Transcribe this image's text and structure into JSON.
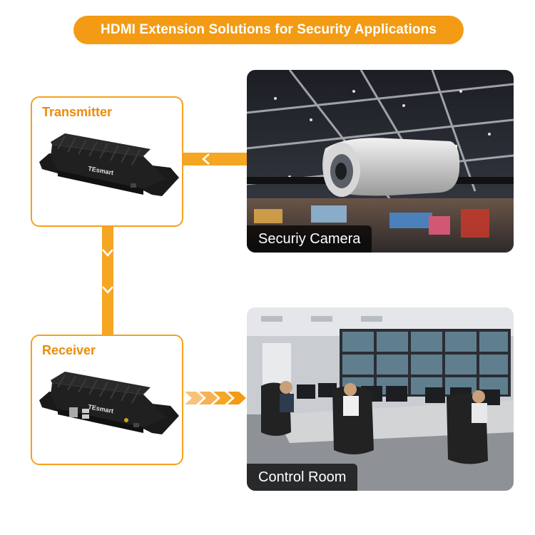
{
  "title": "HDMI Extension Solutions for Security Applications",
  "transmitter": {
    "label": "Transmitter",
    "brand": "TEsmart"
  },
  "receiver": {
    "label": "Receiver",
    "brand": "TEsmart"
  },
  "camera": {
    "caption": "Securiy Camera"
  },
  "control_room": {
    "caption": "Control Room"
  },
  "colors": {
    "accent": "#f39b14",
    "border": "#f5a11f",
    "label": "#ee8a0a",
    "caption_bg": "#000000"
  },
  "icons": [
    "camera-illustration",
    "monitor-wall-illustration",
    "extender-device-icon",
    "chevron-arrow-icon"
  ]
}
